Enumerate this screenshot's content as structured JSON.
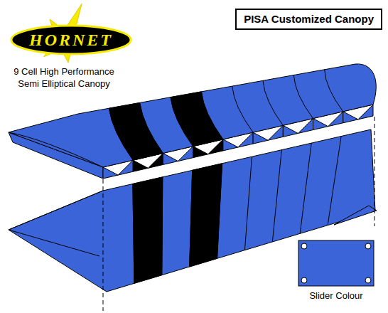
{
  "diagram": {
    "nodes": [
      {
        "text": [
          "HORNET"
        ]
      },
      {
        "text": [
          "PISA Customized Canopy"
        ]
      },
      {
        "text": [
          "Slider Colour"
        ]
      }
    ],
    "labels": [
      "9 Cell High Performance Semi Elliptical Canopy"
    ]
  }
}
